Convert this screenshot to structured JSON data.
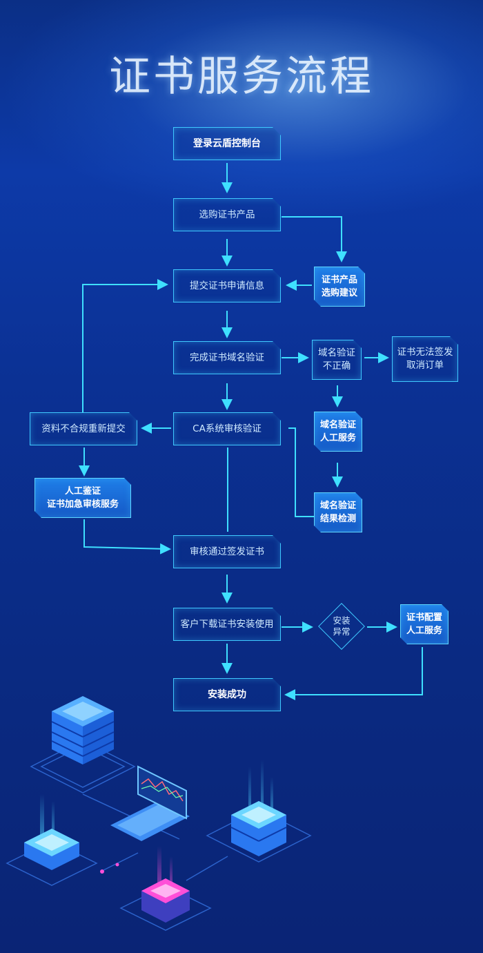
{
  "title": "证书服务流程",
  "nodes": {
    "login": "登录云盾控制台",
    "select_product": "选购证书产品",
    "submit_info": "提交证书申请信息",
    "domain_verify": "完成证书域名验证",
    "ca_review": "CA系统审核验证",
    "issue_cert": "审核通过签发证书",
    "download_install": "客户下载证书安装使用",
    "install_success": "安装成功",
    "product_advice": "证书产品\n选购建议",
    "domain_incorrect": "域名验证\n不正确",
    "cannot_issue": "证书无法签发\n取消订单",
    "domain_manual": "域名验证\n人工服务",
    "domain_check": "域名验证\n结果检测",
    "resubmit": "资料不合规重新提交",
    "manual_review": "人工鉴证\n证书加急审核服务",
    "install_error": "安装\n异常",
    "config_manual": "证书配置\n人工服务"
  },
  "colors": {
    "line": "#3fe0ff",
    "border": "#3fc9ff",
    "accent": "#1f7ee8"
  },
  "illustration": {
    "items": [
      "server-stack-icon",
      "laptop-chart-icon",
      "server-node-icon"
    ]
  }
}
